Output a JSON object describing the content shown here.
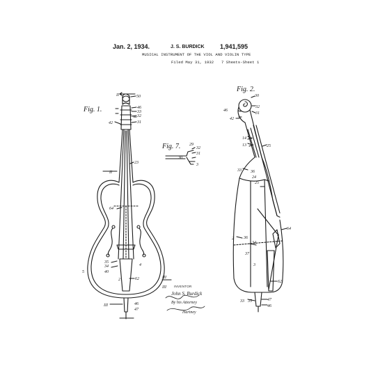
{
  "header": {
    "date": "Jan. 2, 1934.",
    "inventor_name": "J. S. BURDICK",
    "patent_number": "1,941,595",
    "title": "MUSICAL INSTRUMENT OF THE VIOL AND VIOLIN TYPE",
    "filed": "Filed May 31, 1932",
    "sheets": "7 Sheets-Sheet 1"
  },
  "figures": {
    "fig1": "Fig. 1.",
    "fig2": "Fig. 2.",
    "fig7": "Fig. 7."
  },
  "signature": {
    "label": "INVENTOR",
    "name": "John S. Burdick",
    "by": "By his Attorney",
    "attorney": "Hartney"
  },
  "reference_numerals": {
    "fig1": [
      "50",
      "46",
      "33",
      "32",
      "31",
      "42",
      "23",
      "64",
      "35",
      "34",
      "4",
      "5",
      "40",
      "2",
      "62",
      "46",
      "47",
      "II",
      "II",
      "III",
      "III",
      "III"
    ],
    "fig2": [
      "46",
      "30",
      "32",
      "31",
      "42",
      "14",
      "13",
      "25",
      "33",
      "36",
      "24",
      "25",
      "64",
      "2",
      "36",
      "34",
      "37",
      "3",
      "4",
      "62",
      "33",
      "35",
      "47",
      "46"
    ],
    "fig7": [
      "29",
      "32",
      "31",
      "30",
      "3"
    ]
  }
}
